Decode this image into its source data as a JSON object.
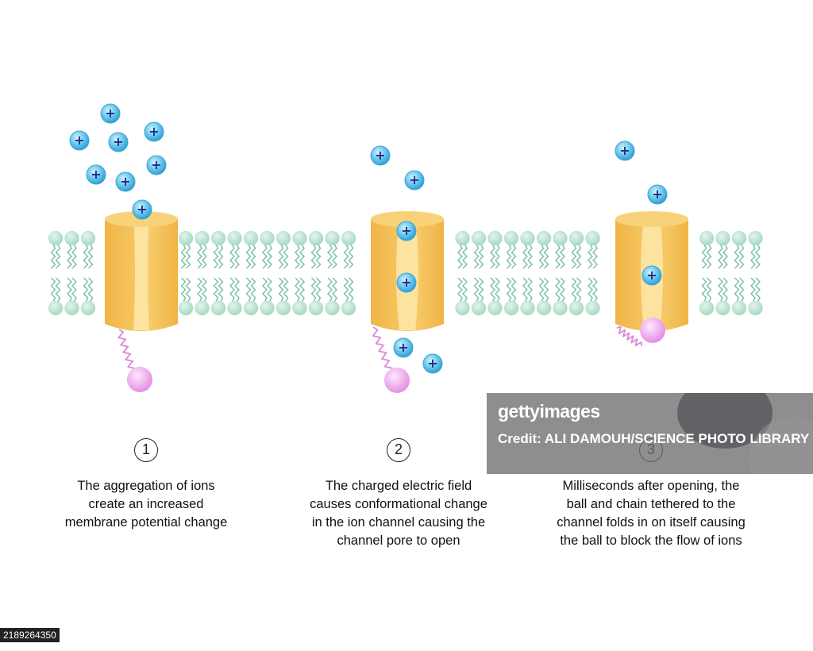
{
  "steps": [
    {
      "number": "1",
      "caption": [
        "The aggregation of ions",
        "create an increased",
        "membrane potential change"
      ]
    },
    {
      "number": "2",
      "caption": [
        "The charged electric field",
        "causes conformational change",
        "in the ion channel causing the",
        "channel pore to open"
      ]
    },
    {
      "number": "3",
      "caption": [
        "Milliseconds after opening, the",
        "ball and chain tethered to the",
        "channel folds in on itself causing",
        "the ball to block the flow of ions"
      ]
    }
  ],
  "ion_symbol": "+",
  "colors": {
    "lipid_head": "#b9e3cf",
    "lipid_tail": "#74c0a4",
    "channel": "#f3bf55",
    "channel_light": "#fde6a6",
    "ion_fill": "#5bc0ea",
    "ion_sign": "#1c2e8c",
    "ball": "#f0a6ee",
    "chain": "#d98ad8"
  },
  "watermark": {
    "logo": "gettyimages",
    "credit": "Credit: ALI DAMOUH/SCIENCE PHOTO LIBRARY"
  },
  "image_id": "2189264350"
}
